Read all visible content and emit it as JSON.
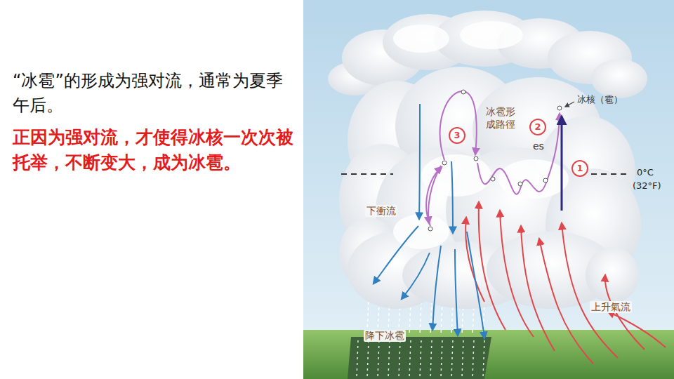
{
  "diagram": {
    "labels": [
      "“冰雹”的形成为强对流，通常为夏季午后。",
      "正因为强对流，才使得冰核一次次被托举，不断变大，成为冰雹。",
      "冰核（雹）",
      "冰雹形成路徑",
      "es",
      "1",
      "2",
      "3",
      "0°C",
      "(32°F)",
      "下衝流",
      "上升氣流",
      "降下冰雹"
    ]
  }
}
